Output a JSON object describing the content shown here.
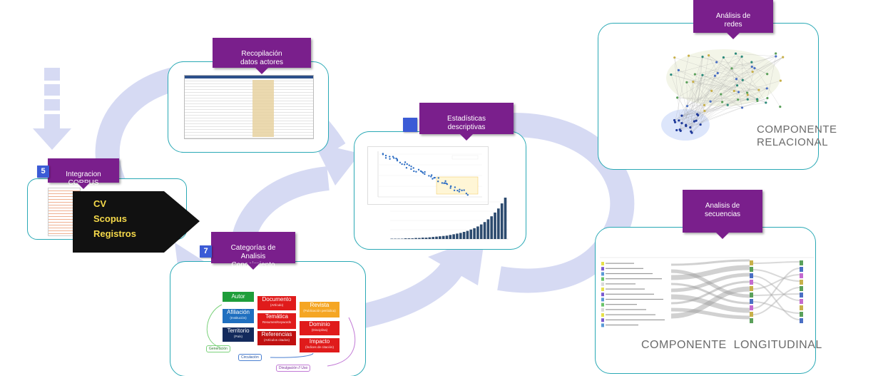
{
  "tags": {
    "recopilacion": "Recopilación\ndatos actores",
    "integracion": "Integracion\nCORPUS",
    "categorias": "Categorías de\nAnalisis\nConocimiento",
    "estadisticas": "Estadísticas\ndescriptivas",
    "redes": "Análisis de\nredes",
    "secuencias": "Analisis de\nsecuencias"
  },
  "badges": {
    "integracion": "5",
    "categorias": "7"
  },
  "sources": [
    "CV",
    "Scopus",
    "Registros"
  ],
  "components": {
    "relacional": "COMPONENTE\nRELACIONAL",
    "longitudinal": "COMPONENTE  LONGITUDINAL"
  },
  "categories": {
    "autor": "Autor",
    "afiliacion": "Afiliación",
    "afiliacion_sub": "(Institución)",
    "territorio": "Territorio",
    "territorio_sub": "(País)",
    "documento": "Documento",
    "documento_sub": "(Artículo)",
    "tematica": "Temática",
    "tematica_sub": "Resumen/Keywords",
    "referencias": "Referencias",
    "referencias_sub": "(Artículos citados)",
    "revista": "Revista",
    "revista_sub": "(Publicación periódica)",
    "dominio": "Dominio",
    "dominio_sub": "(Disciplina)",
    "impacto": "Impacto",
    "impacto_sub": "(Índices de citación)",
    "generacion": "Generación",
    "circulacion": "Circulación",
    "divulgacion": "Divulgación // Uso"
  },
  "colors": {
    "tag": "#7a1f8c",
    "box_border": "#2aa9b5",
    "badge": "#3b5bd6",
    "arrow": "#d6daf3",
    "green": "#1e9e3a",
    "blue": "#1f6fbf",
    "navy": "#132a5c",
    "red": "#e01b1b",
    "orange": "#f5a623"
  },
  "chart_data": [
    {
      "type": "scatter",
      "title": "",
      "xlabel": "",
      "ylabel": ""
    },
    {
      "type": "bar",
      "title": "",
      "xlabel": "",
      "ylabel": "",
      "values": [
        1,
        1,
        1,
        1,
        2,
        2,
        2,
        3,
        3,
        4,
        4,
        5,
        6,
        7,
        8,
        9,
        10,
        12,
        14,
        16,
        18,
        21,
        24,
        28,
        32,
        37,
        43,
        50,
        58,
        67,
        78,
        90,
        105,
        122
      ]
    }
  ]
}
